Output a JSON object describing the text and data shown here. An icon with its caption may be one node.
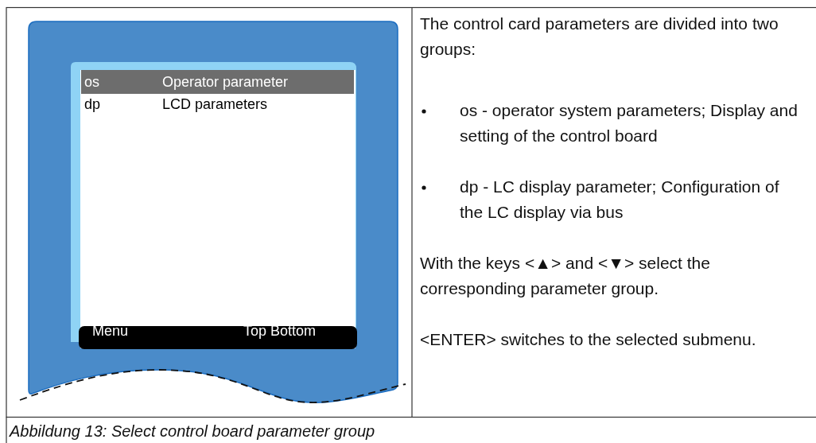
{
  "diagram": {
    "caption": "Abbildung 13: Select control board parameter group",
    "labels": [
      "os",
      "Operator parameter",
      "dp",
      "LCD parameters",
      "Menu",
      "Top Bottom",
      "The control card parameters are divided into two groups:",
      "os - operator system parameters; Display and setting of the control board",
      "dp - LC display parameter; Configuration of the LC display via bus",
      "With the keys <▲> and <▼> select the corresponding parameter group.",
      "<ENTER> switches to the selected submenu."
    ]
  }
}
